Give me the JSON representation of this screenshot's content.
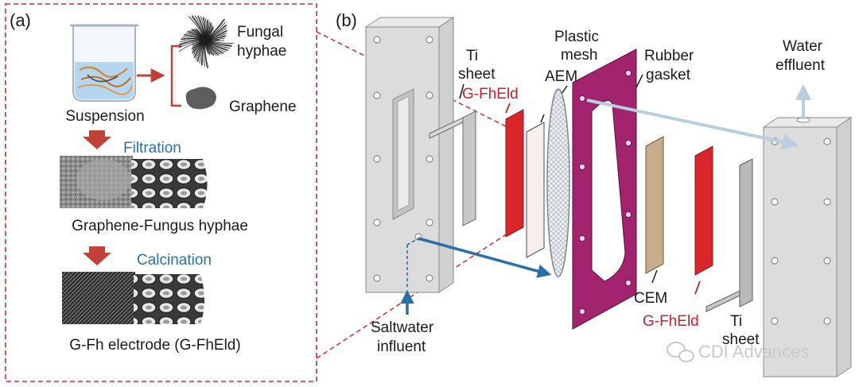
{
  "panel_a": {
    "tag": "(a)",
    "suspension": "Suspension",
    "fungal_line1": "Fungal",
    "fungal_line2": "hyphae",
    "graphene": "Graphene",
    "filtration": "Filtration",
    "graphene_fungus": "Graphene-Fungus hyphae",
    "calcination": "Calcination",
    "electrode": "G-Fh electrode (G-FhEld)"
  },
  "panel_b": {
    "tag": "(b)",
    "ti_sheet_top_1": "Ti",
    "ti_sheet_top_2": "sheet",
    "gfheld_top": "G-FhEld",
    "aem": "AEM",
    "plastic_mesh_1": "Plastic",
    "plastic_mesh_2": "mesh",
    "rubber_gasket_1": "Rubber",
    "rubber_gasket_2": "gasket",
    "water_effluent_1": "Water",
    "water_effluent_2": "effluent",
    "saltwater_1": "Saltwater",
    "saltwater_2": "influent",
    "cem": "CEM",
    "gfheld_bottom": "G-FhEld",
    "ti_sheet_bottom_1": "Ti",
    "ti_sheet_bottom_2": "sheet"
  },
  "watermark": {
    "text": "CDI Advances",
    "icon": "wechat-icon"
  },
  "colors": {
    "red_label": "#c8202a",
    "blue_label": "#2a6fa8",
    "electrode_red": "#d9262b",
    "gasket_magenta": "#a3246e",
    "cem_tan": "#c8ad8a",
    "arrow_red": "#c0413a",
    "arrow_blue": "#2a6fa8",
    "arrow_lightblue": "#b8cde0"
  }
}
